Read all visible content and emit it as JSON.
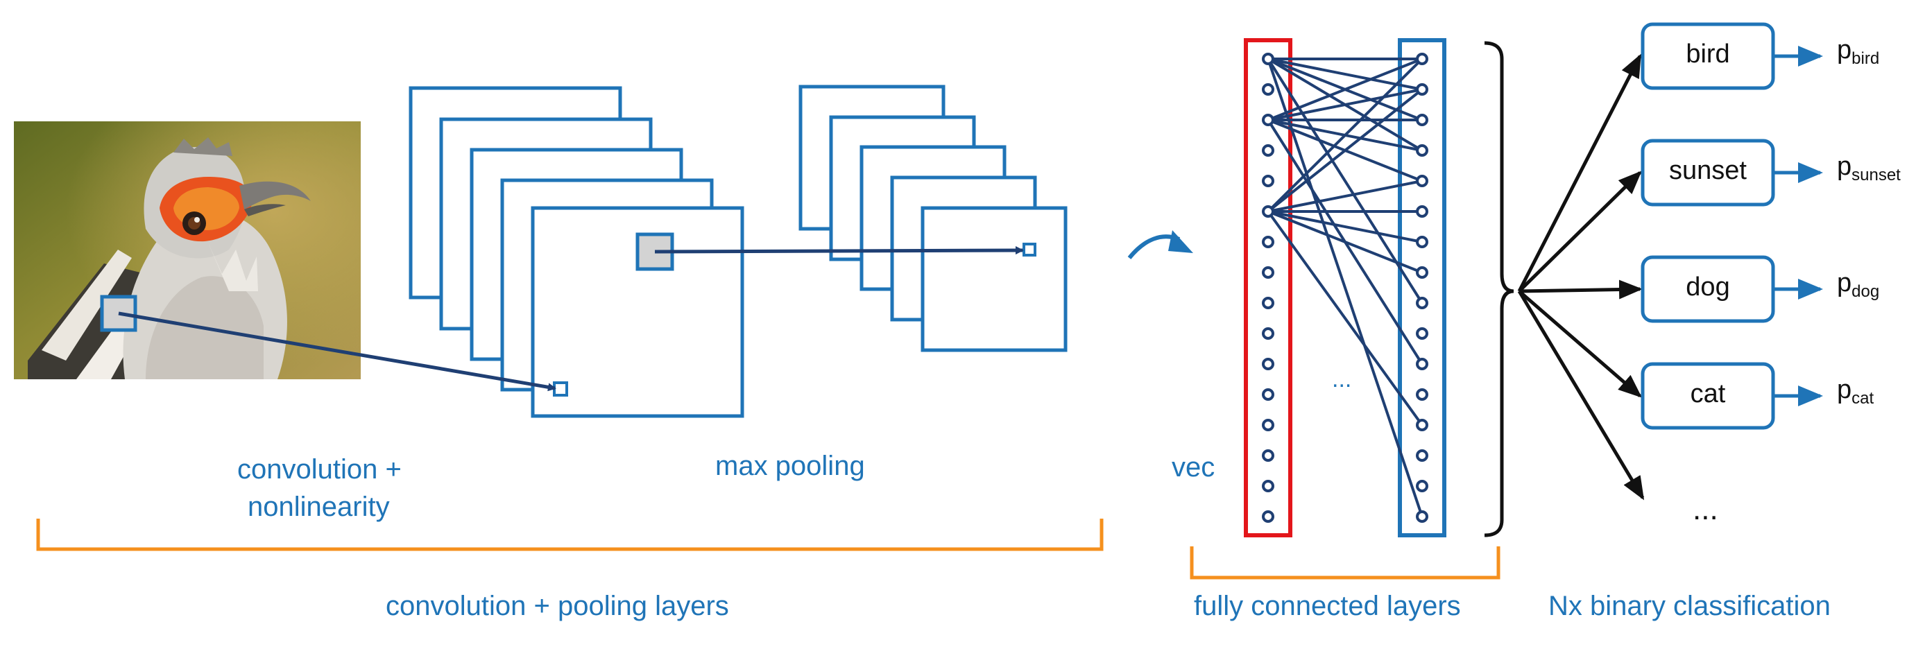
{
  "labels": {
    "conv_line1": "convolution +",
    "conv_line2": "nonlinearity",
    "max_pooling": "max pooling",
    "conv_pool_layers": "convolution + pooling layers",
    "vec": "vec",
    "dots_mid": "...",
    "fully_connected": "fully connected layers",
    "nx_binary": "Nx binary classification",
    "dots_classes": "..."
  },
  "classes": [
    {
      "name": "bird",
      "p_sub": "bird"
    },
    {
      "name": "sunset",
      "p_sub": "sunset"
    },
    {
      "name": "dog",
      "p_sub": "dog"
    },
    {
      "name": "cat",
      "p_sub": "cat"
    }
  ],
  "prob_prefix": "p",
  "colors": {
    "blue": "#1f74b7",
    "dark_blue": "#1f3f73",
    "red": "#e3161b",
    "orange": "#f5901e",
    "black": "#111111"
  },
  "icons": [
    "bird-photo-icon",
    "curved-arrow-icon"
  ]
}
